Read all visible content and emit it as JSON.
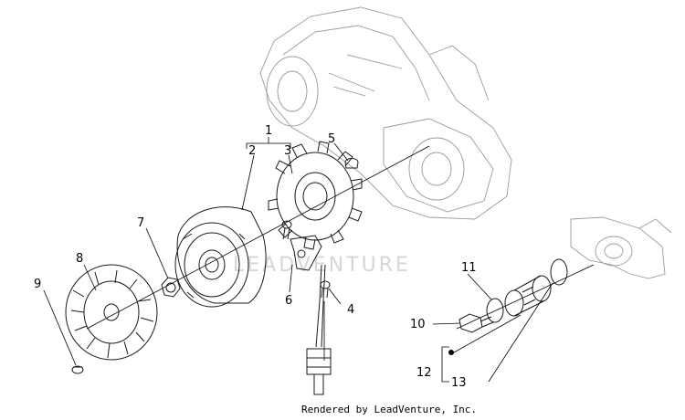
{
  "callouts": [
    "1",
    "2",
    "3",
    "4",
    "5",
    "6",
    "7",
    "8",
    "9",
    "10",
    "11",
    "12",
    "13"
  ],
  "watermark": "LEADVENTURE",
  "credit": "Rendered by LeadVenture, Inc."
}
